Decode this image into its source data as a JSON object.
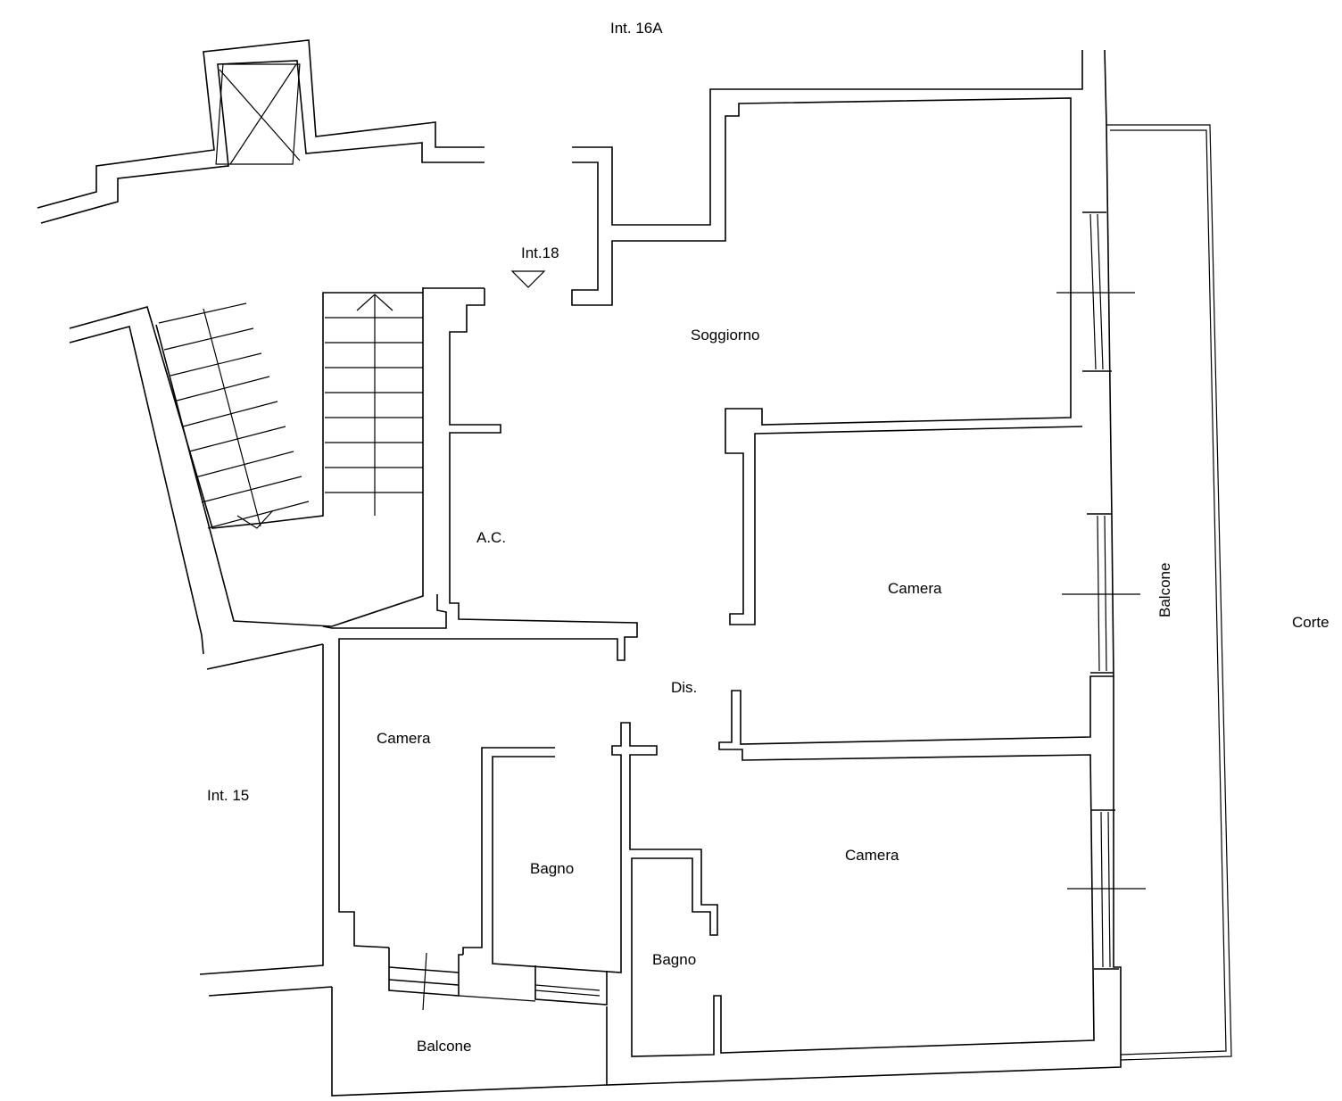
{
  "plan": {
    "neighbors": {
      "north": "Int. 16A",
      "west": "Int. 15",
      "east": "Corte"
    },
    "entrance": {
      "label": "Int.18",
      "marker": "entrance-triangle-icon"
    },
    "rooms": {
      "soggiorno": "Soggiorno",
      "ac": "A.C.",
      "dis": "Dis.",
      "camera_east_upper": "Camera",
      "camera_east_lower": "Camera",
      "camera_west": "Camera",
      "bagno_1": "Bagno",
      "bagno_2": "Bagno",
      "balcone_east": "Balcone",
      "balcone_south": "Balcone"
    }
  }
}
